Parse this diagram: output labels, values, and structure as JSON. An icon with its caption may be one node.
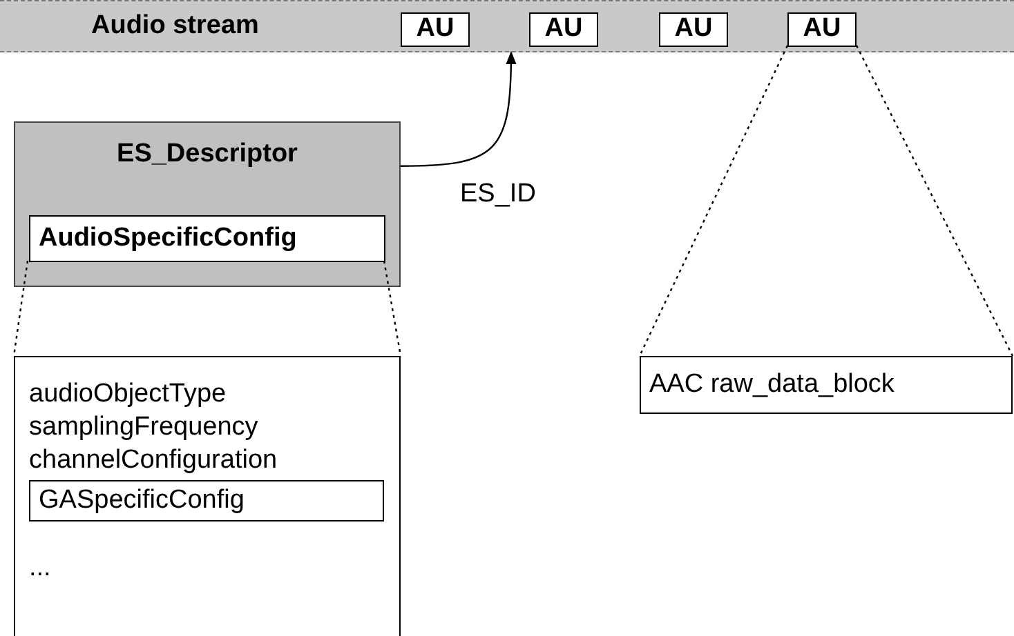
{
  "diagram": {
    "nodes": [
      {
        "text": [
          "Audio stream"
        ]
      },
      {
        "text": [
          "AU"
        ],
        "in": 0
      },
      {
        "text": [
          "AU"
        ],
        "in": 0
      },
      {
        "text": [
          "AU"
        ],
        "in": 0
      },
      {
        "text": [
          "AU"
        ],
        "in": 0
      },
      {
        "text": [
          "ES_Descriptor"
        ]
      },
      {
        "text": [
          "AudioSpecificConfig"
        ],
        "in": 5
      },
      {
        "text": [
          "audioObjectType",
          "samplingFrequency",
          "channelConfiguration",
          "..."
        ]
      },
      {
        "text": [
          "GASpecificConfig"
        ],
        "in": 7
      },
      {
        "text": [
          "AAC raw_data_block"
        ]
      }
    ],
    "edges": [
      {
        "from": 5,
        "to": 0,
        "arrow": "to",
        "label": "ES_ID"
      },
      {
        "from": 6,
        "to": 7,
        "arrow": "none",
        "style": "dashed"
      },
      {
        "from": 6,
        "to": 7,
        "arrow": "none",
        "style": "dashed"
      },
      {
        "from": 4,
        "to": 9,
        "arrow": "none",
        "style": "dashed"
      },
      {
        "from": 4,
        "to": 9,
        "arrow": "none",
        "style": "dashed"
      }
    ]
  }
}
